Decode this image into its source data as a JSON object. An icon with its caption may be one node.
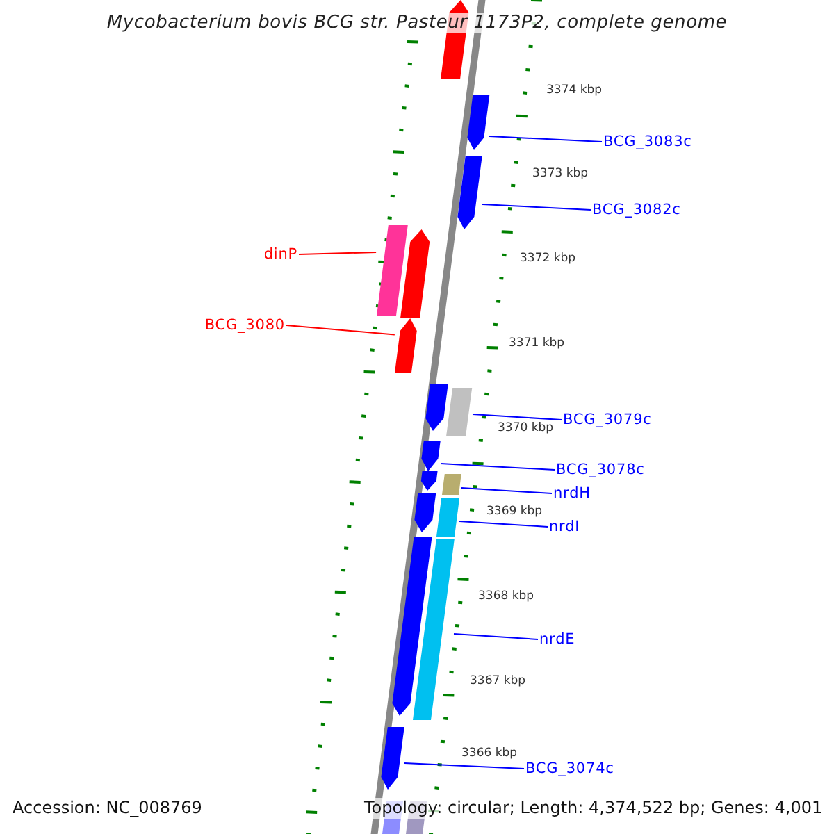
{
  "diagram": {
    "title": "Mycobacterium bovis BCG str. Pasteur 1173P2, complete genome",
    "nodes": [
      {
        "text": [
          "BCG_3083c"
        ]
      },
      {
        "text": [
          "BCG_3082c"
        ]
      },
      {
        "text": [
          "dinP"
        ]
      },
      {
        "text": [
          "BCG_3080"
        ]
      },
      {
        "text": [
          "BCG_3079c"
        ]
      },
      {
        "text": [
          "BCG_3078c"
        ]
      },
      {
        "text": [
          "nrdH"
        ]
      },
      {
        "text": [
          "nrdI"
        ]
      },
      {
        "text": [
          "nrdE"
        ]
      },
      {
        "text": [
          "BCG_3074c"
        ]
      },
      {
        "text": [],
        "shape": "arrow"
      },
      {
        "text": [],
        "shape": "arrow"
      },
      {
        "text": [],
        "shape": "bar"
      },
      {
        "text": [],
        "shape": "arrow"
      },
      {
        "text": [],
        "shape": "bar"
      },
      {
        "text": [],
        "shape": "arrow"
      },
      {
        "text": [],
        "shape": "bar"
      },
      {
        "text": [],
        "shape": "bar"
      },
      {
        "text": [],
        "shape": "bar"
      },
      {
        "text": [],
        "shape": "arrow"
      },
      {
        "text": [],
        "shape": "arrow"
      },
      {
        "text": [],
        "shape": "arrow"
      },
      {
        "text": [],
        "shape": "arrow"
      },
      {
        "text": [],
        "shape": "arrow"
      },
      {
        "text": [],
        "shape": "arrow"
      },
      {
        "text": [],
        "shape": "arrow"
      },
      {
        "text": [],
        "shape": "bar"
      },
      {
        "text": [],
        "shape": "bar"
      }
    ],
    "edges": [
      {
        "from": 0,
        "to": 10,
        "arrow": "none"
      },
      {
        "from": 1,
        "to": 11,
        "arrow": "none"
      },
      {
        "from": 2,
        "to": 12,
        "arrow": "none",
        "color": "#ff0000"
      },
      {
        "from": 3,
        "to": 13,
        "arrow": "none",
        "color": "#ff0000"
      },
      {
        "from": 4,
        "to": 14,
        "arrow": "none"
      },
      {
        "from": 5,
        "to": 15,
        "arrow": "none"
      },
      {
        "from": 6,
        "to": 16,
        "arrow": "none"
      },
      {
        "from": 7,
        "to": 17,
        "arrow": "none"
      },
      {
        "from": 8,
        "to": 18,
        "arrow": "none"
      },
      {
        "from": 9,
        "to": 19,
        "arrow": "none"
      }
    ],
    "labels": [
      "3374 kbp",
      "3373 kbp",
      "3372 kbp",
      "3371 kbp",
      "3370 kbp",
      "3369 kbp",
      "3368 kbp",
      "3367 kbp",
      "3366 kbp",
      "Accession: NC_008769",
      "Topology: circular; Length: 4,374,522 bp; Genes: 4,001"
    ]
  }
}
